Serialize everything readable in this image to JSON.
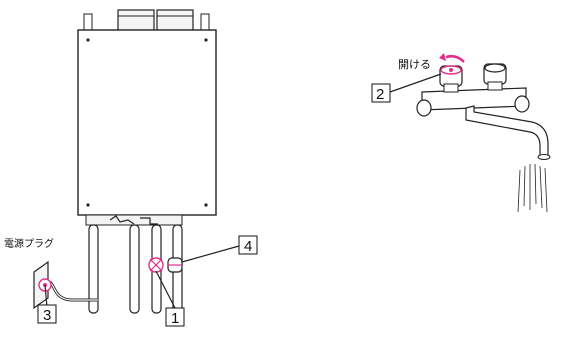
{
  "labels": {
    "open_text": "開ける",
    "plug_text": "電源プラグ"
  },
  "callouts": {
    "c1": "1",
    "c2": "2",
    "c3": "3",
    "c4": "4"
  },
  "colors": {
    "accent_pink": "#e0308a",
    "line": "#222222",
    "fill_light": "#f4f4f4"
  }
}
